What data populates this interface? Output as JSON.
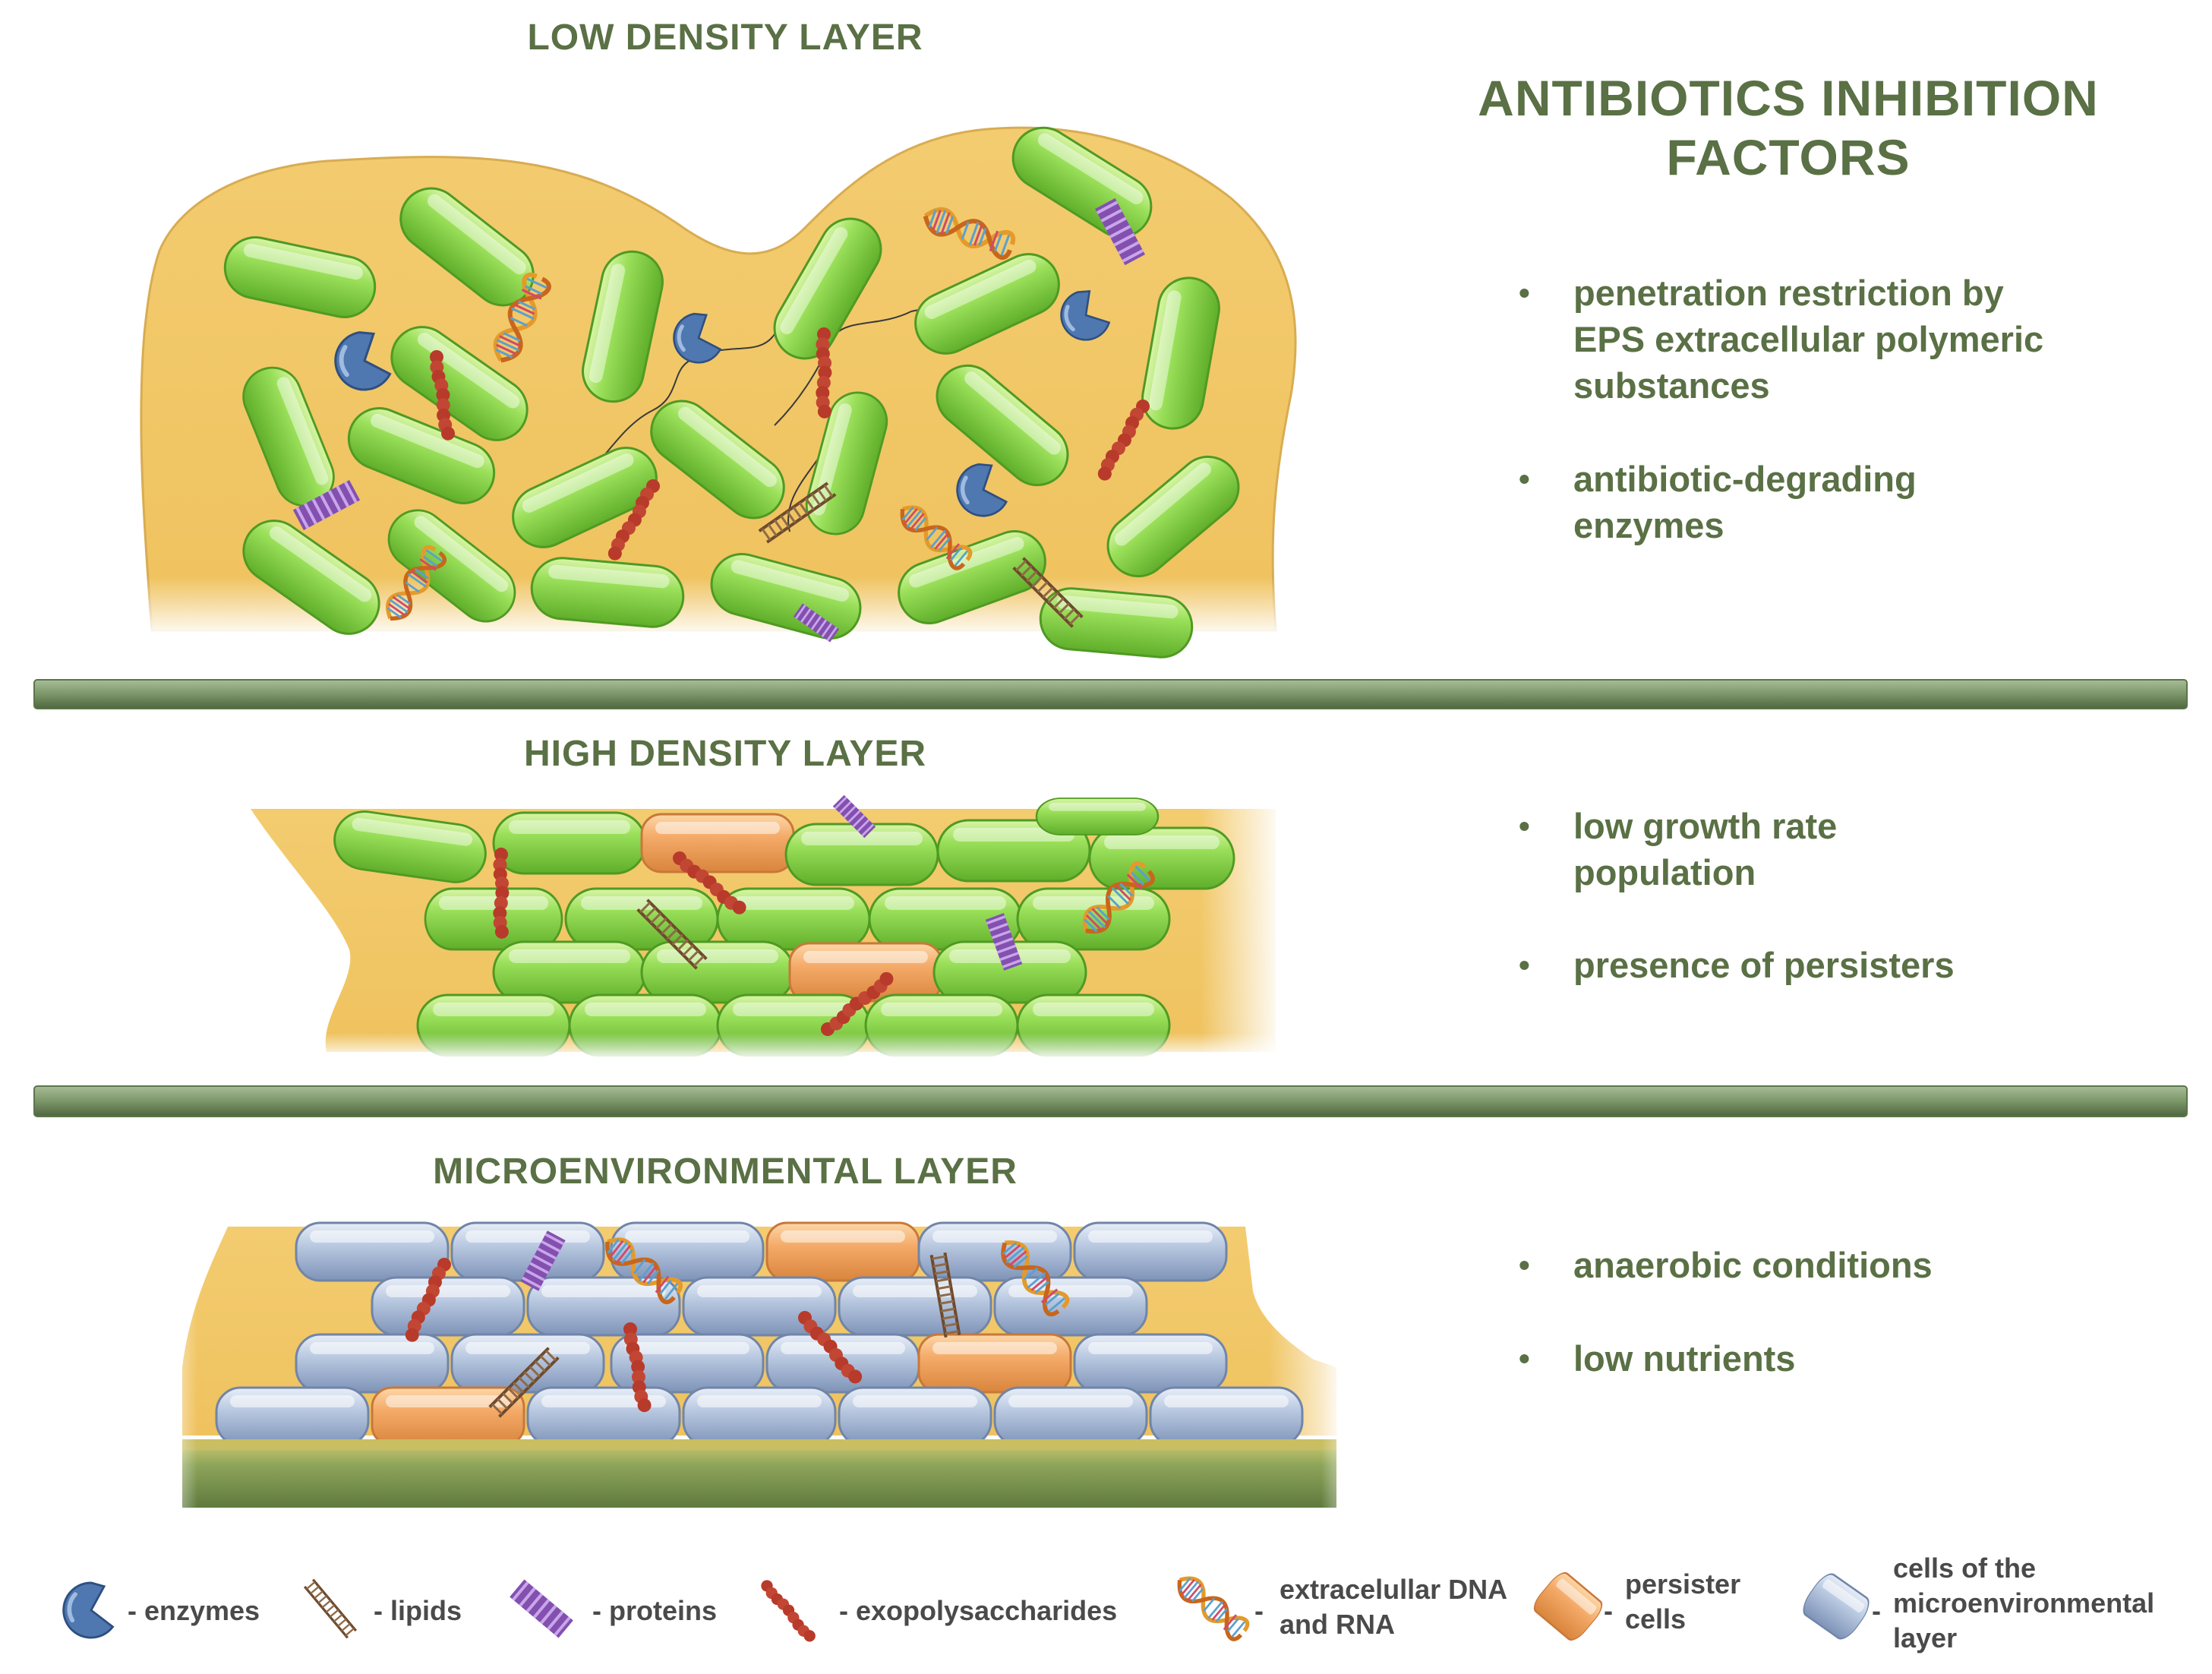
{
  "main_title_line1": "ANTIBIOTICS INHIBITION",
  "main_title_line2": "FACTORS",
  "layers": {
    "low": "LOW DENSITY LAYER",
    "high": "HIGH DENSITY LAYER",
    "micro": "MICROENVIRONMENTAL LAYER"
  },
  "factors_low": [
    [
      "penetration restriction by",
      "EPS extracellular polymeric",
      "substances"
    ],
    [
      "antibiotic-degrading",
      "enzymes"
    ]
  ],
  "factors_high": [
    [
      "low growth rate",
      "population"
    ],
    [
      "presence of persisters"
    ]
  ],
  "factors_micro": [
    [
      "anaerobic conditions"
    ],
    [
      "low nutrients"
    ]
  ],
  "bullet": "•",
  "legend": {
    "enzymes": "- enzymes",
    "lipids": "- lipids",
    "proteins": "- proteins",
    "exopolysaccharides": "- exopolysaccharides",
    "dna_dash": "-",
    "dna_line1": "extracelullar DNA",
    "dna_line2": "and RNA",
    "persister_dash": "-",
    "persister_line1": "persister",
    "persister_line2": "cells",
    "micro_dash": "-",
    "micro_line1": "cells of the",
    "micro_line2": "microenvironmental",
    "micro_line3": "layer"
  },
  "colors": {
    "title_green": "#5a7045",
    "matrix_yellow": "#f2c766",
    "cell_green": "#8fd84a",
    "cell_blue": "#b3c3dd",
    "cell_orange": "#f2a765",
    "divider_green": "#7a9568",
    "enzyme_blue": "#4f77b0",
    "protein_purple": "#8350b0",
    "exopoly_red": "#b83a2a",
    "lipid_brown": "#7a5030"
  }
}
